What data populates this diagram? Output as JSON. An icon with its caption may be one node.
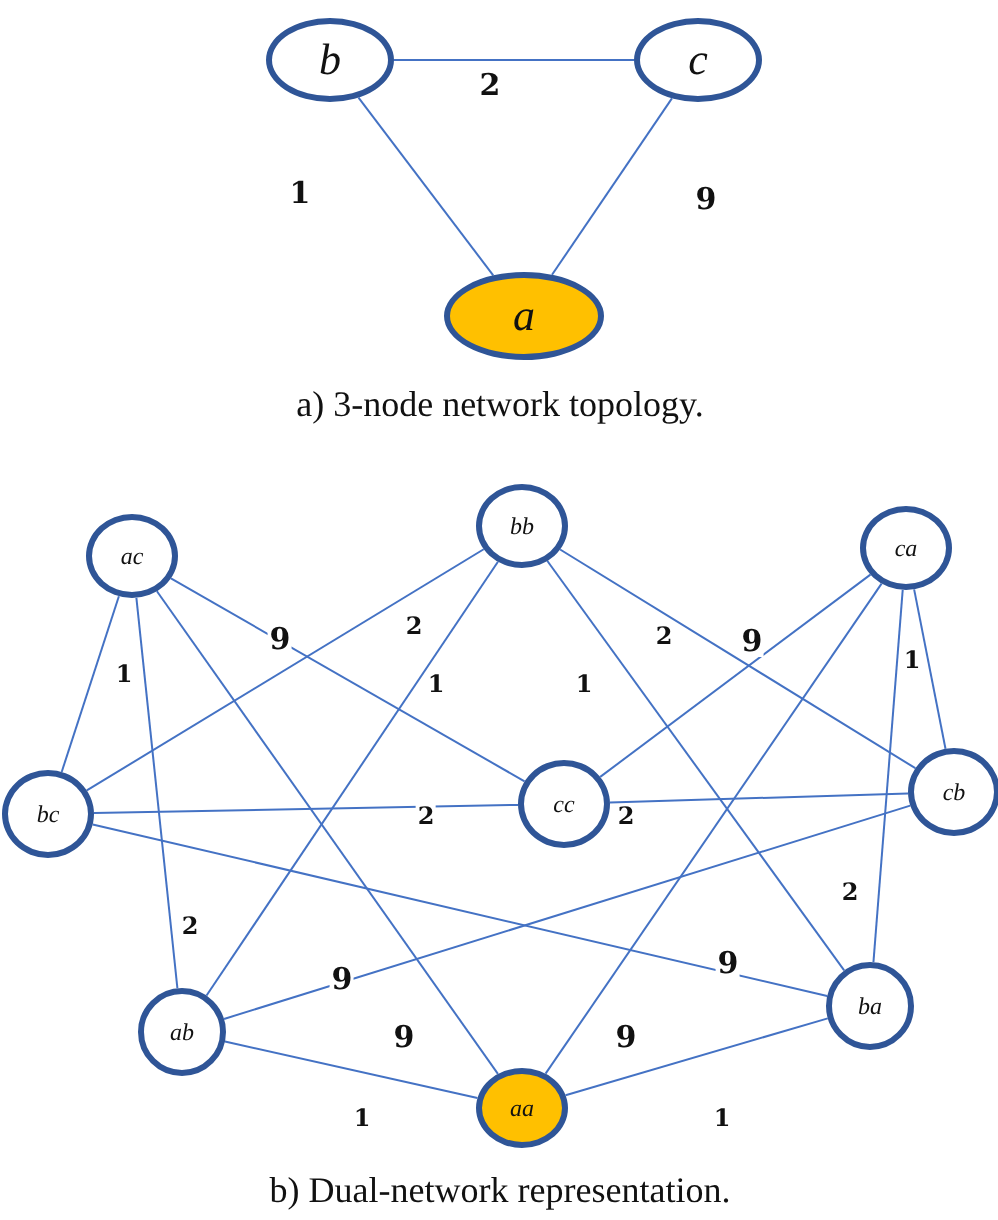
{
  "diagram": {
    "nodes": [
      {
        "text": [
          "b"
        ]
      },
      {
        "text": [
          "c"
        ]
      },
      {
        "text": [
          "a"
        ]
      },
      {
        "text": [
          "ac"
        ]
      },
      {
        "text": [
          "bb"
        ]
      },
      {
        "text": [
          "ca"
        ]
      },
      {
        "text": [
          "bc"
        ]
      },
      {
        "text": [
          "cc"
        ]
      },
      {
        "text": [
          "cb"
        ]
      },
      {
        "text": [
          "ab"
        ]
      },
      {
        "text": [
          "aa"
        ]
      },
      {
        "text": [
          "ba"
        ]
      }
    ],
    "edges": [
      {
        "from": 0,
        "to": 1,
        "arrow": "none",
        "label": "2"
      },
      {
        "from": 0,
        "to": 2,
        "arrow": "none",
        "label": "1"
      },
      {
        "from": 1,
        "to": 2,
        "arrow": "none",
        "label": "9"
      },
      {
        "from": 3,
        "to": 6,
        "arrow": "none",
        "label": "1"
      },
      {
        "from": 3,
        "to": 7,
        "arrow": "none",
        "label": "9"
      },
      {
        "from": 4,
        "to": 6,
        "arrow": "none",
        "label": "2"
      },
      {
        "from": 4,
        "to": 9,
        "arrow": "none",
        "label": "1"
      },
      {
        "from": 4,
        "to": 11,
        "arrow": "none",
        "label": "1"
      },
      {
        "from": 4,
        "to": 8,
        "arrow": "none",
        "label": "2"
      },
      {
        "from": 5,
        "to": 7,
        "arrow": "none",
        "label": "9"
      },
      {
        "from": 5,
        "to": 8,
        "arrow": "none",
        "label": "1"
      },
      {
        "from": 6,
        "to": 7,
        "arrow": "none",
        "label": "2"
      },
      {
        "from": 7,
        "to": 8,
        "arrow": "none",
        "label": "2"
      },
      {
        "from": 3,
        "to": 9,
        "arrow": "none",
        "label": "2"
      },
      {
        "from": 8,
        "to": 9,
        "arrow": "none",
        "label": "9"
      },
      {
        "from": 6,
        "to": 11,
        "arrow": "none",
        "label": "9"
      },
      {
        "from": 5,
        "to": 11,
        "arrow": "none",
        "label": "2"
      },
      {
        "from": 3,
        "to": 10,
        "arrow": "none",
        "label": "9"
      },
      {
        "from": 5,
        "to": 10,
        "arrow": "none",
        "label": "9"
      },
      {
        "from": 9,
        "to": 10,
        "arrow": "none",
        "label": "1"
      },
      {
        "from": 10,
        "to": 11,
        "arrow": "none",
        "label": "1"
      }
    ],
    "labels": [
      "a) 3-node network topology.",
      "b) Dual-network representation."
    ]
  }
}
